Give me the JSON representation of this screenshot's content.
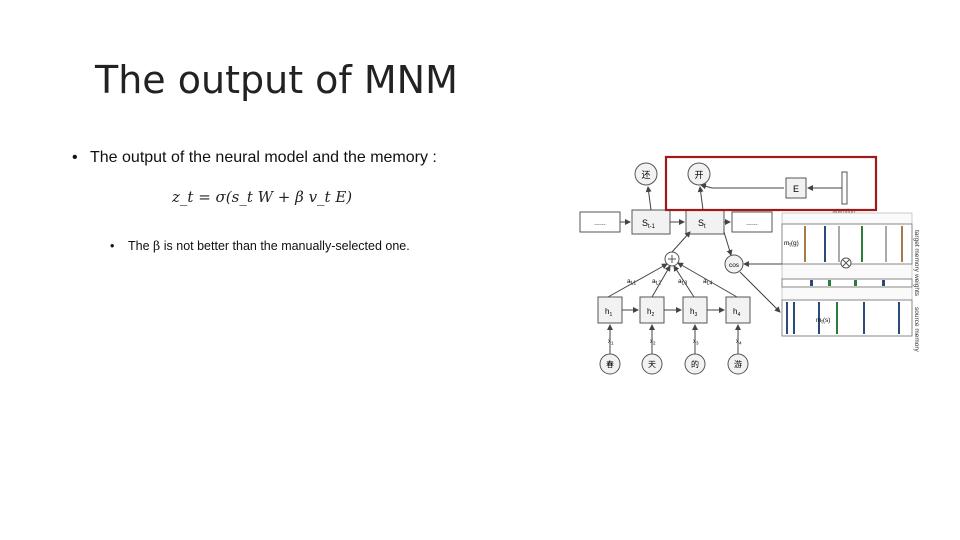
{
  "slide": {
    "title": "The output of MNM",
    "bullet1": "The output of the neural model and the memory :",
    "formula": "z_t = σ(s_t W + β v_t E)",
    "bullet2_prefix": "The",
    "bullet2_symbol": "β",
    "bullet2_suffix": "is not better than the manually-selected one."
  },
  "diagram": {
    "top_nodes": [
      "还",
      "开"
    ],
    "state_boxes": [
      "......",
      "S",
      "S",
      "......"
    ],
    "state_subscripts": [
      "t-1",
      "t"
    ],
    "e_label": "E",
    "attention_label": "attention",
    "cos_label": "cos",
    "alpha_labels": [
      "a",
      "a",
      "a",
      "a"
    ],
    "alpha_subscripts": [
      "t,1",
      "t,2",
      "t,3",
      "t,4"
    ],
    "encoder_boxes": [
      "h",
      "h",
      "h",
      "h"
    ],
    "encoder_subscripts": [
      "1",
      "2",
      "3",
      "4"
    ],
    "input_labels": [
      "x",
      "x",
      "x",
      "x"
    ],
    "input_subscripts": [
      "1",
      "2",
      "3",
      "4"
    ],
    "input_chars": [
      "春",
      "天",
      "的",
      "游"
    ],
    "memory_target_label": "m",
    "memory_target_arg": "(g)",
    "memory_source_label": "m",
    "memory_source_arg": "(s)",
    "memory_subscript": "t",
    "side_labels": [
      "target memory",
      "weights",
      "source memory"
    ],
    "colors": {
      "highlight_box": "#a01818",
      "line": "#444444",
      "box_fill": "#f2f2f2",
      "stripe_dark": "#2a4a7a",
      "stripe_green": "#2e7d3a"
    }
  }
}
